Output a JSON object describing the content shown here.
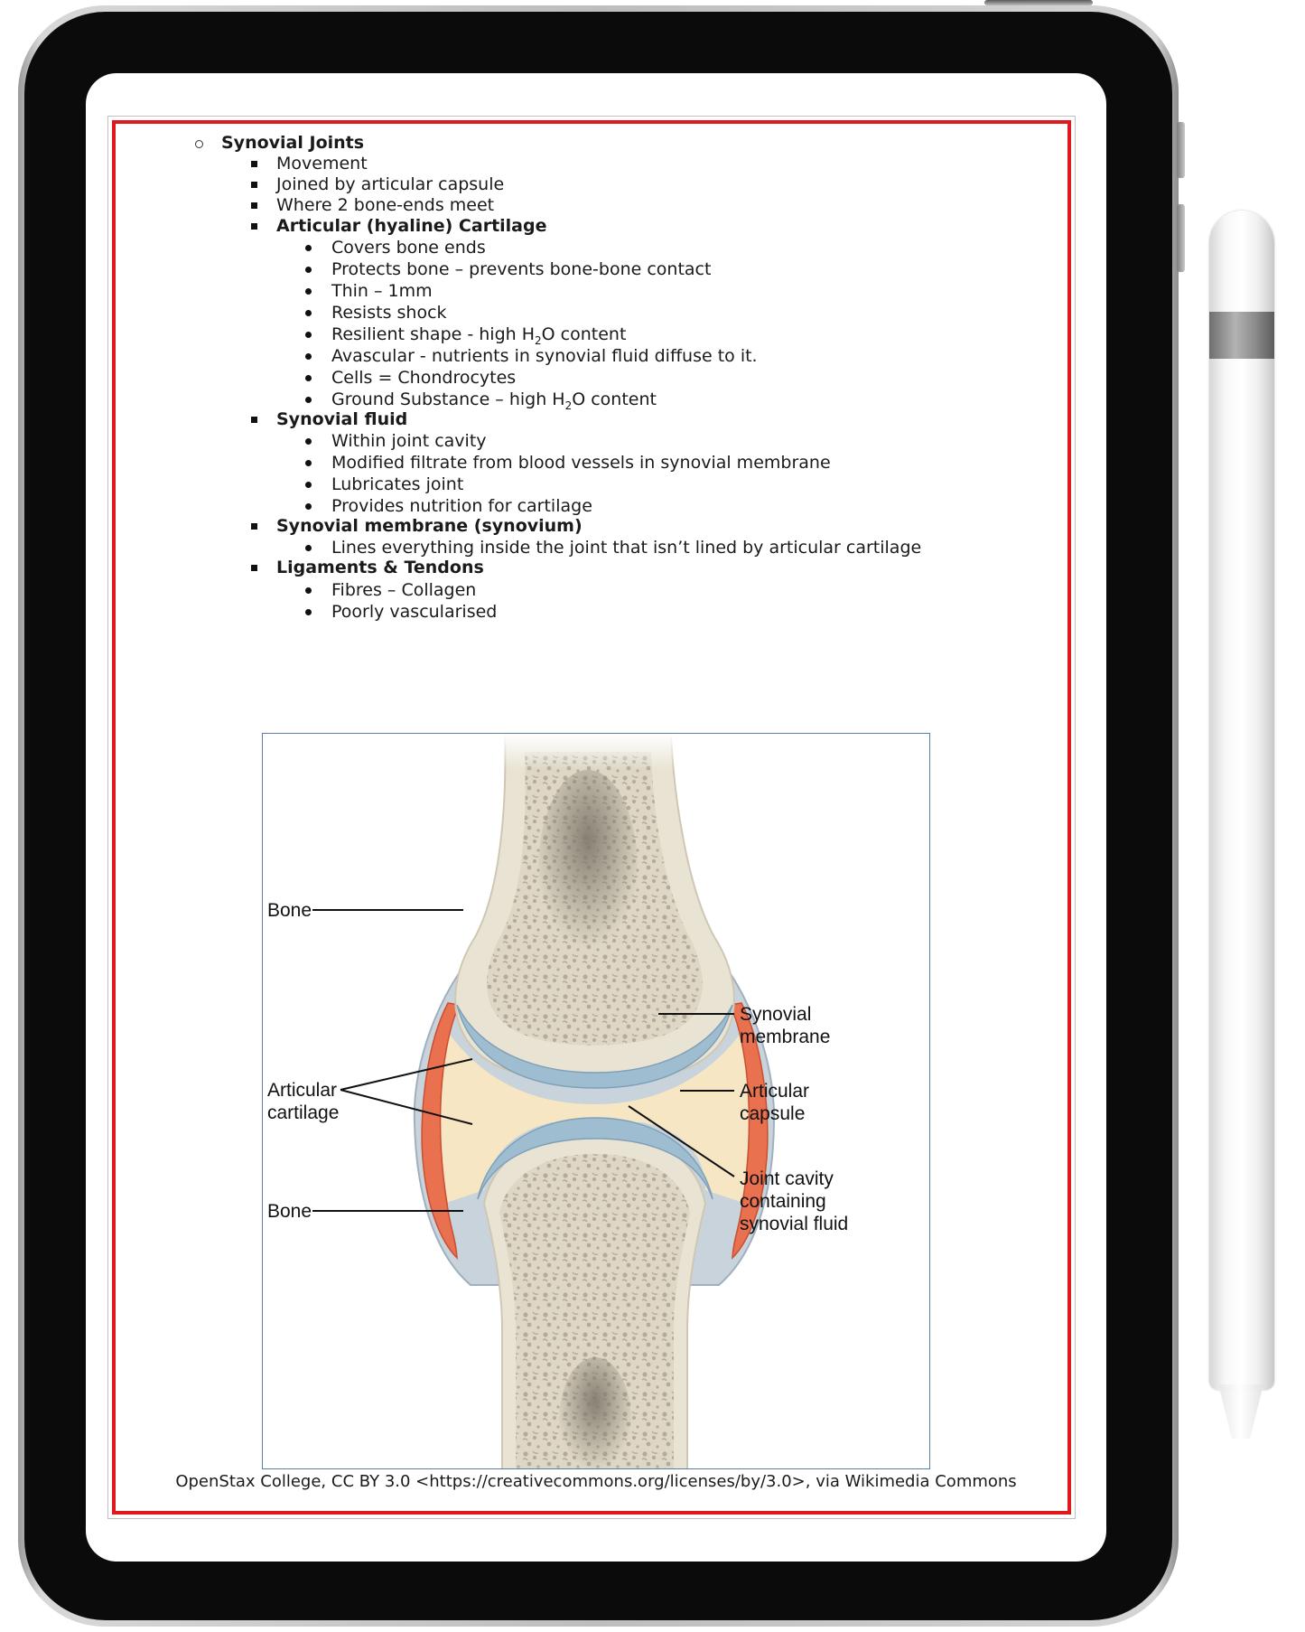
{
  "outline": [
    {
      "id": "l1",
      "level": 1,
      "text": "Synovial Joints",
      "bold": true
    },
    {
      "id": "l2",
      "level": 2,
      "text": "Movement",
      "bold": false
    },
    {
      "id": "l3",
      "level": 2,
      "text": "Joined by articular capsule",
      "bold": false
    },
    {
      "id": "l4",
      "level": 2,
      "text": "Where 2 bone-ends meet",
      "bold": false
    },
    {
      "id": "l5",
      "level": 2,
      "text": " Articular (hyaline) Cartilage",
      "bold": true
    },
    {
      "id": "l6",
      "level": 3,
      "text": "Covers bone ends",
      "bold": false
    },
    {
      "id": "l7",
      "level": 3,
      "text": "Protects bone – prevents bone-bone contact",
      "bold": false
    },
    {
      "id": "l8",
      "level": 3,
      "text": "Thin – 1mm",
      "bold": false
    },
    {
      "id": "l9",
      "level": 3,
      "text": "Resists shock",
      "bold": false
    },
    {
      "id": "l10",
      "level": 3,
      "text_pre": "Resilient shape - high H",
      "text_sub": "2",
      "text_post": "O content",
      "bold": false
    },
    {
      "id": "l11",
      "level": 3,
      "text": "Avascular - nutrients in synovial fluid diffuse to it.",
      "bold": false
    },
    {
      "id": "l12",
      "level": 3,
      "text": "Cells = Chondrocytes",
      "bold": false
    },
    {
      "id": "l13",
      "level": 3,
      "text_pre": "Ground Substance – high H",
      "text_sub": "2",
      "text_post": "O content",
      "bold": false
    },
    {
      "id": "l14",
      "level": 2,
      "text": "Synovial fluid",
      "bold": true
    },
    {
      "id": "l15",
      "level": 3,
      "text": "Within joint cavity",
      "bold": false
    },
    {
      "id": "l16",
      "level": 3,
      "text": "Modified filtrate from blood vessels in synovial membrane",
      "bold": false
    },
    {
      "id": "l17",
      "level": 3,
      "text": "Lubricates joint",
      "bold": false
    },
    {
      "id": "l18",
      "level": 3,
      "text": "Provides nutrition for cartilage",
      "bold": false
    },
    {
      "id": "l19",
      "level": 2,
      "text": "Synovial membrane (synovium)",
      "bold": true
    },
    {
      "id": "l20",
      "level": 3,
      "text": "Lines everything inside the joint that isn’t lined by articular cartilage",
      "bold": false
    },
    {
      "id": "l21",
      "level": 2,
      "text": "Ligaments & Tendons",
      "bold": true
    },
    {
      "id": "l22",
      "level": 3,
      "text": "Fibres – Collagen",
      "bold": false
    },
    {
      "id": "l23",
      "level": 3,
      "text": "Poorly vascularised",
      "bold": false
    }
  ],
  "diagram": {
    "labels": {
      "bone_top": "Bone",
      "articular_cartilage": "Articular\ncartilage",
      "bone_bottom": "Bone",
      "synovial_membrane": "Synovial\nmembrane",
      "articular_capsule": "Articular\ncapsule",
      "joint_cavity": "Joint cavity\ncontaining\nsynovial fluid"
    },
    "colors": {
      "bone": "#e8e3d3",
      "spongy": "#b9b19f",
      "marrow": "#8f877a",
      "cartilage": "#9fbdd1",
      "fluid": "#f6e6c4",
      "membrane": "#e9714f",
      "capsule": "#c9d3dc"
    }
  },
  "caption": "OpenStax College, CC BY 3.0 <https://creativecommons.org/licenses/by/3.0>, via Wikimedia Commons",
  "frame_color": "#e0191e"
}
